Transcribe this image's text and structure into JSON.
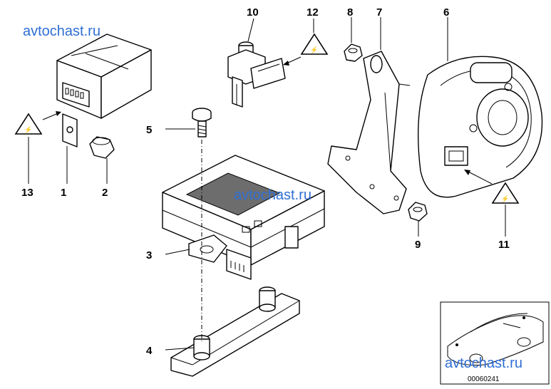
{
  "watermarks": [
    "avtochast.ru",
    "avtochast.ru",
    "avtochast.ru"
  ],
  "callouts": {
    "c1": "1",
    "c2": "2",
    "c3": "3",
    "c4": "4",
    "c5": "5",
    "c6": "6",
    "c7": "7",
    "c8": "8",
    "c9": "9",
    "c10": "10",
    "c11": "11",
    "c12": "12",
    "c13": "13"
  },
  "diagram_code": "00060241",
  "icons": {
    "warning": "warning-triangle-icon",
    "arrow": "arrow-icon"
  },
  "colors": {
    "watermark": "#2f6fd6",
    "line": "#000000",
    "background": "#ffffff"
  }
}
